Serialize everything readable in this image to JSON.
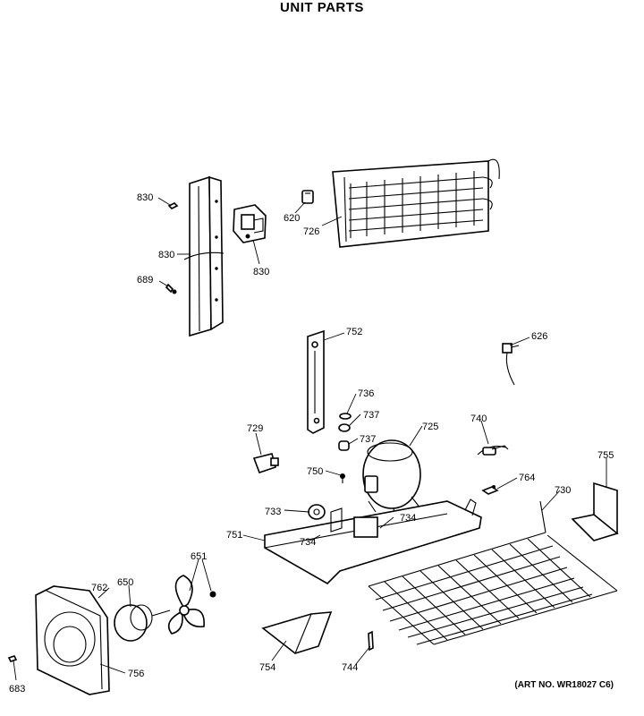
{
  "title": "UNIT PARTS",
  "art_number": "(ART NO. WR18027 C6)",
  "callouts": [
    {
      "id": "c830a",
      "text": "830"
    },
    {
      "id": "c830b",
      "text": "830"
    },
    {
      "id": "c830c",
      "text": "830"
    },
    {
      "id": "c689",
      "text": "689"
    },
    {
      "id": "c620",
      "text": "620"
    },
    {
      "id": "c726",
      "text": "726"
    },
    {
      "id": "c752",
      "text": "752"
    },
    {
      "id": "c626",
      "text": "626"
    },
    {
      "id": "c736",
      "text": "736"
    },
    {
      "id": "c737a",
      "text": "737"
    },
    {
      "id": "c737b",
      "text": "737"
    },
    {
      "id": "c725",
      "text": "725"
    },
    {
      "id": "c740",
      "text": "740"
    },
    {
      "id": "c729",
      "text": "729"
    },
    {
      "id": "c750",
      "text": "750"
    },
    {
      "id": "c755",
      "text": "755"
    },
    {
      "id": "c764",
      "text": "764"
    },
    {
      "id": "c730",
      "text": "730"
    },
    {
      "id": "c733",
      "text": "733"
    },
    {
      "id": "c734a",
      "text": "734"
    },
    {
      "id": "c734b",
      "text": "734"
    },
    {
      "id": "c751",
      "text": "751"
    },
    {
      "id": "c651",
      "text": "651"
    },
    {
      "id": "c762",
      "text": "762"
    },
    {
      "id": "c650",
      "text": "650"
    },
    {
      "id": "c756",
      "text": "756"
    },
    {
      "id": "c754",
      "text": "754"
    },
    {
      "id": "c744",
      "text": "744"
    },
    {
      "id": "c683",
      "text": "683"
    }
  ]
}
